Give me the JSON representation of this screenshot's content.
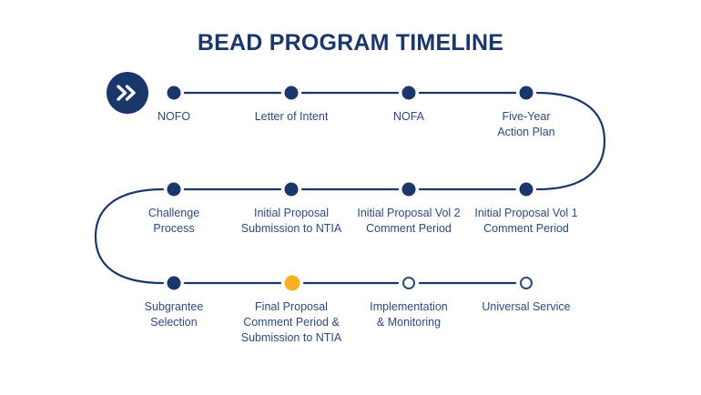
{
  "page": {
    "title": "BEAD PROGRAM TIMELINE",
    "background_color": "#FFFFFF"
  },
  "colors": {
    "navy": "#1B3668",
    "label_navy": "#2E4A7D",
    "highlight_orange": "#F8B122",
    "line": "#1B3668",
    "hollow_fill": "#FFFFFF"
  },
  "start_marker": {
    "icon": "double-chevron-right-icon",
    "shape": "circle",
    "fill": "#1B3668",
    "glyph_color": "#FFFFFF"
  },
  "timeline": {
    "rows": [
      {
        "row_index": 1,
        "direction": "left-to-right",
        "steps": [
          {
            "index": 1,
            "label_lines": [
              "NOFO"
            ],
            "marker": "filled-navy",
            "state": "complete"
          },
          {
            "index": 2,
            "label_lines": [
              "Letter of Intent"
            ],
            "marker": "filled-navy",
            "state": "complete"
          },
          {
            "index": 3,
            "label_lines": [
              "NOFA"
            ],
            "marker": "filled-navy",
            "state": "complete"
          },
          {
            "index": 4,
            "label_lines": [
              "Five-Year",
              "Action Plan"
            ],
            "marker": "filled-navy",
            "state": "complete"
          }
        ]
      },
      {
        "row_index": 2,
        "direction": "right-to-left",
        "steps": [
          {
            "index": 5,
            "label_lines": [
              "Initial Proposal Vol 1",
              "Comment Period"
            ],
            "marker": "filled-navy",
            "state": "complete"
          },
          {
            "index": 6,
            "label_lines": [
              "Initial Proposal Vol 2",
              "Comment Period"
            ],
            "marker": "filled-navy",
            "state": "complete"
          },
          {
            "index": 7,
            "label_lines": [
              "Initial Proposal",
              "Submission to NTIA"
            ],
            "marker": "filled-navy",
            "state": "complete"
          },
          {
            "index": 8,
            "label_lines": [
              "Challenge",
              "Process"
            ],
            "marker": "filled-navy",
            "state": "complete"
          }
        ]
      },
      {
        "row_index": 3,
        "direction": "left-to-right",
        "steps": [
          {
            "index": 9,
            "label_lines": [
              "Subgrantee",
              "Selection"
            ],
            "marker": "filled-navy",
            "state": "complete"
          },
          {
            "index": 10,
            "label_lines": [
              "Final Proposal",
              "Comment Period &",
              "Submission to NTIA"
            ],
            "marker": "filled-orange",
            "state": "current"
          },
          {
            "index": 11,
            "label_lines": [
              "Implementation",
              "& Monitoring"
            ],
            "marker": "hollow",
            "state": "upcoming"
          },
          {
            "index": 12,
            "label_lines": [
              "Universal Service"
            ],
            "marker": "hollow",
            "state": "upcoming"
          }
        ]
      }
    ]
  }
}
